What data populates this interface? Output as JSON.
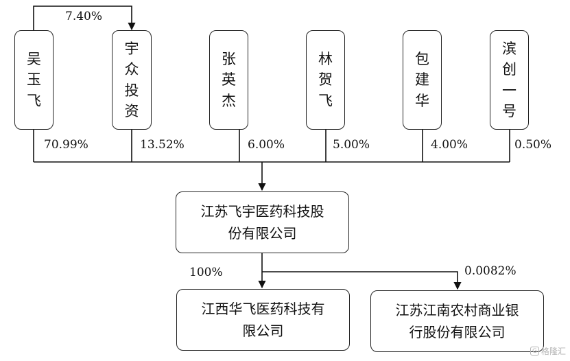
{
  "shareholders": [
    {
      "name": [
        "吴",
        "玉",
        "飞"
      ],
      "share": "70.99%"
    },
    {
      "name": [
        "宇",
        "众",
        "投",
        "资"
      ],
      "share": "13.52%"
    },
    {
      "name": [
        "张",
        "英",
        "杰"
      ],
      "share": "6.00%"
    },
    {
      "name": [
        "林",
        "贺",
        "飞"
      ],
      "share": "5.00%"
    },
    {
      "name": [
        "包",
        "建",
        "华"
      ],
      "share": "4.00%"
    },
    {
      "name": [
        "滨",
        "创",
        "一",
        "号"
      ],
      "share": "0.50%"
    }
  ],
  "top_link_pct": "7.40%",
  "company": {
    "line1": "江苏飞宇医药科技股",
    "line2": "份有限公司"
  },
  "subsidiaries": [
    {
      "line1": "江西华飞医药科技有",
      "line2": "限公司",
      "pct": "100%"
    },
    {
      "line1": "江苏江南农村商业银",
      "line2": "行股份有限公司",
      "pct": "0.0082%"
    }
  ],
  "watermark": "格隆汇"
}
